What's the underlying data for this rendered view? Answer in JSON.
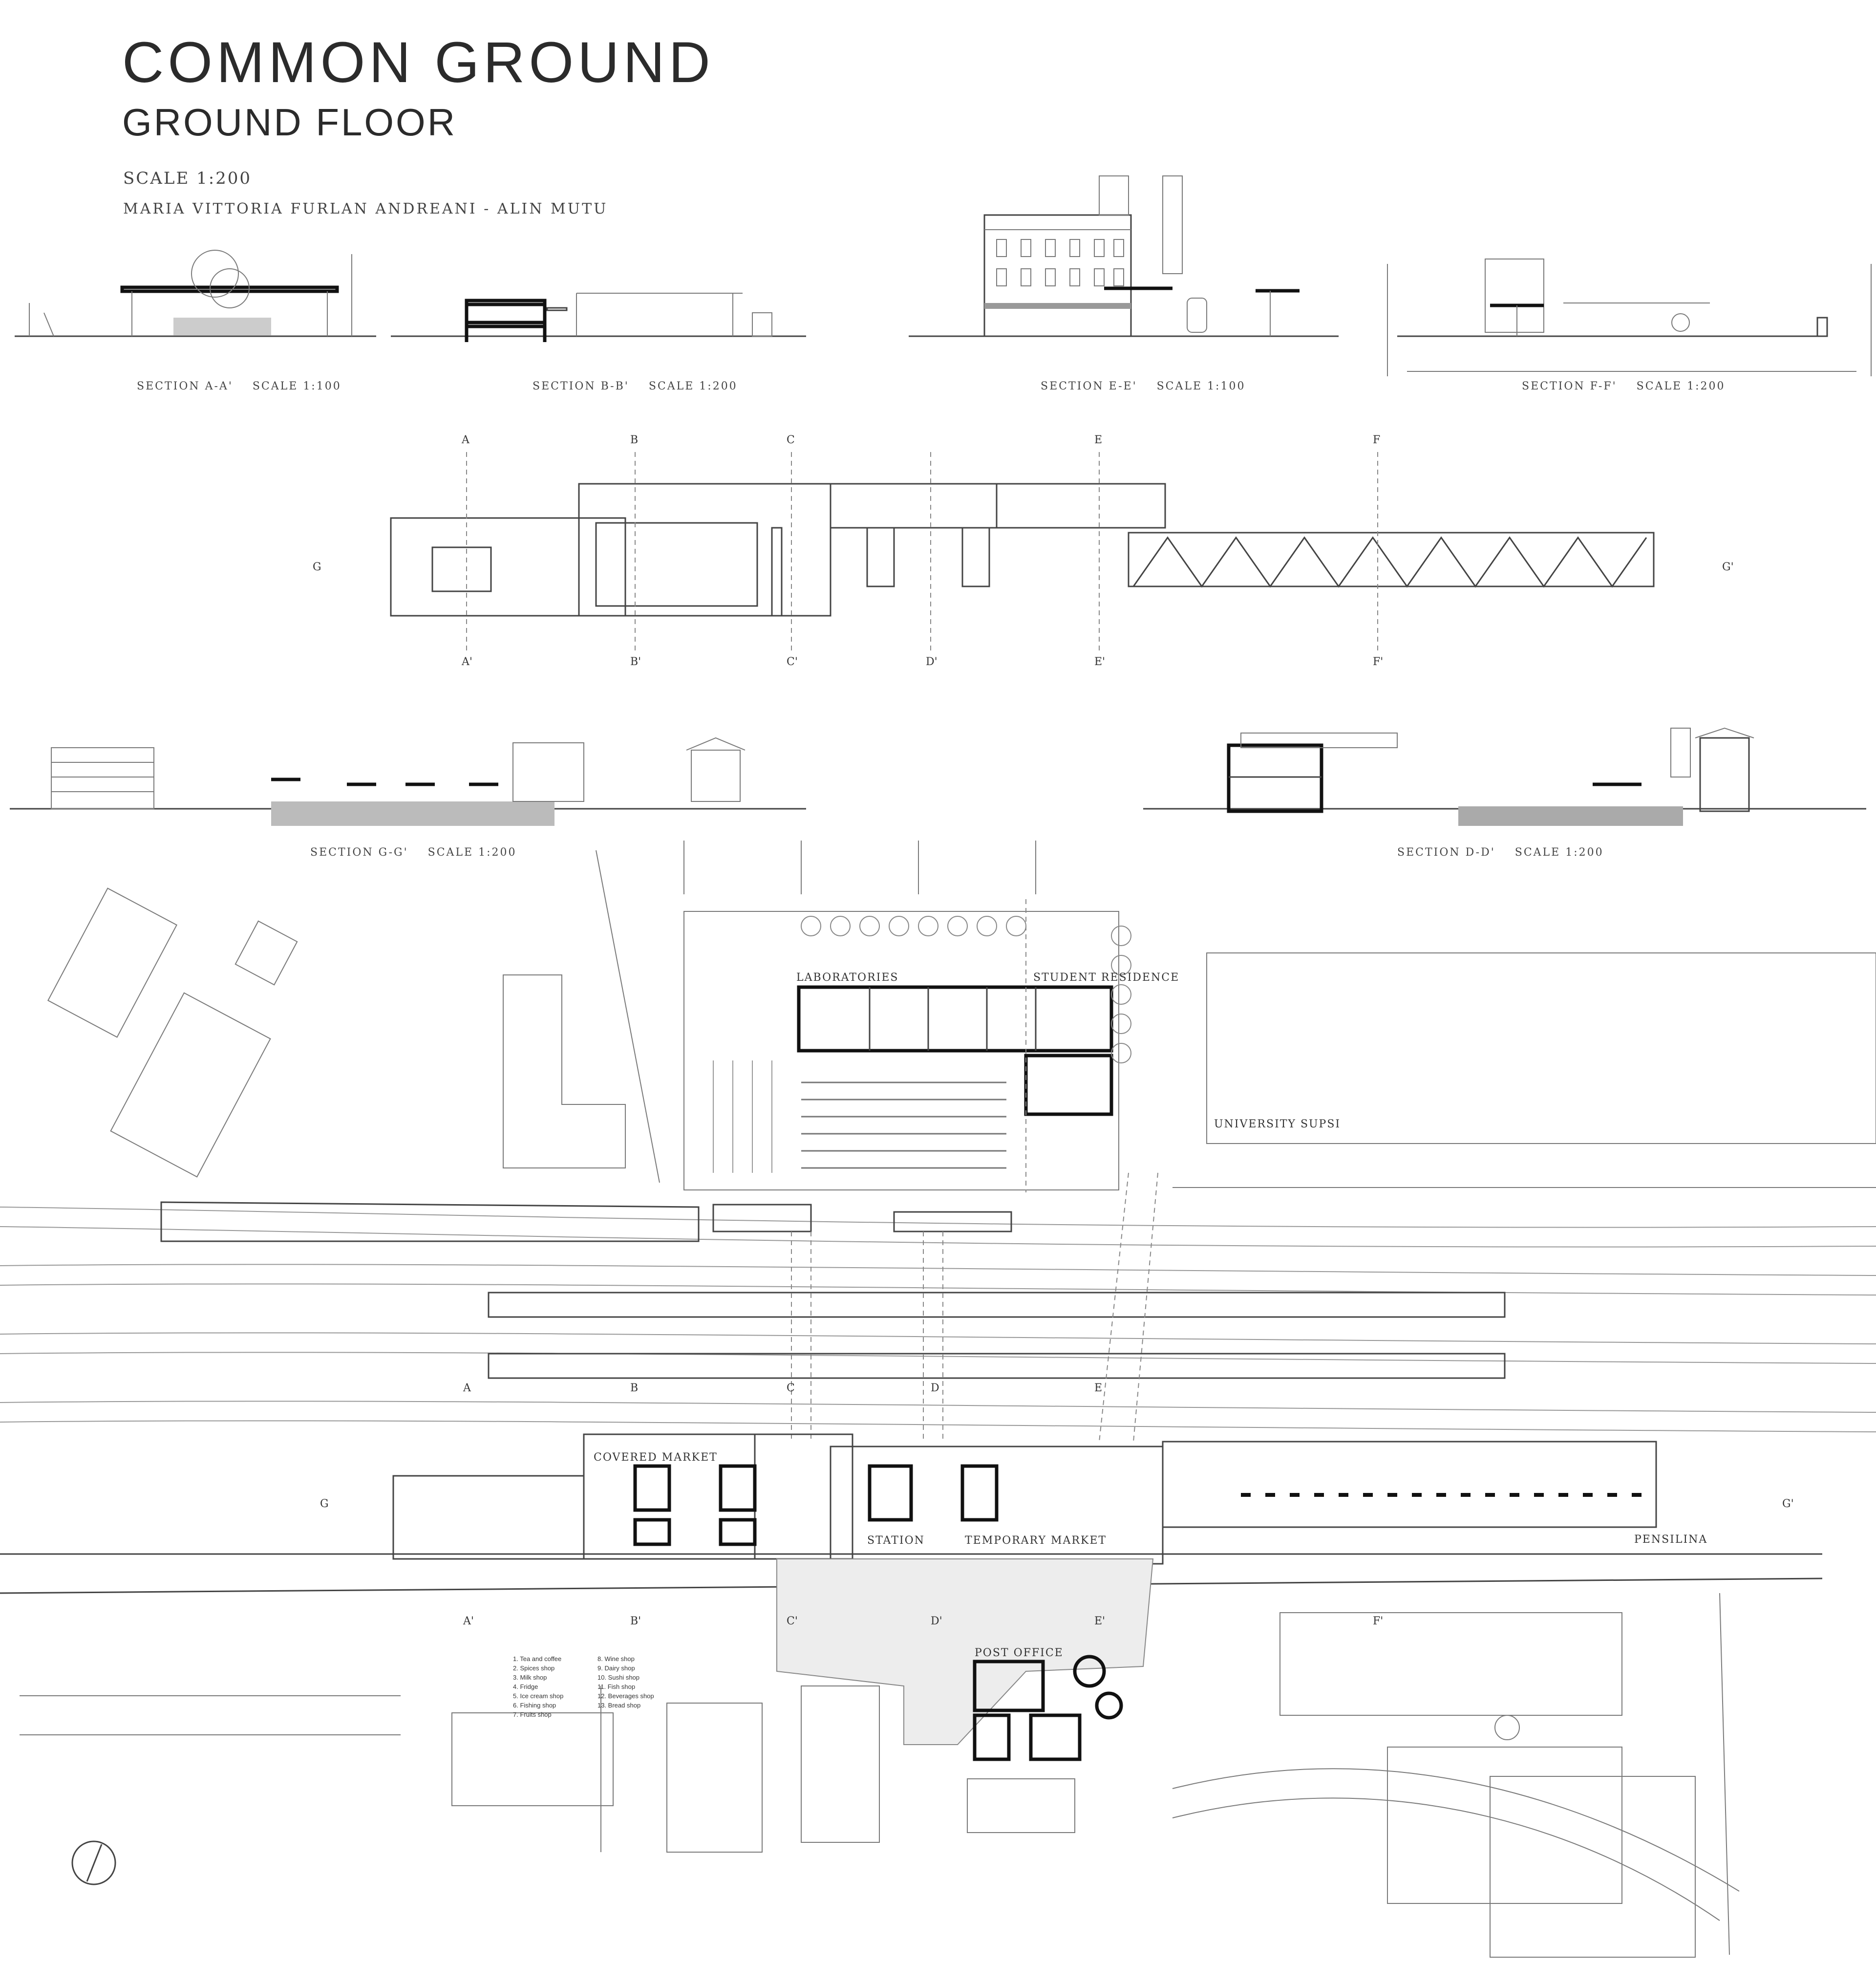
{
  "header": {
    "title": "COMMON GROUND",
    "subtitle": "GROUND FLOOR",
    "scale": "SCALE 1:200",
    "authors": "MARIA VITTORIA FURLAN ANDREANI - ALIN MUTU"
  },
  "sections": {
    "aa": {
      "name": "SECTION A-A'",
      "scale": "SCALE 1:100"
    },
    "bb": {
      "name": "SECTION B-B'",
      "scale": "SCALE 1:200"
    },
    "ee": {
      "name": "SECTION E-E'",
      "scale": "SCALE 1:100"
    },
    "ff": {
      "name": "SECTION F-F'",
      "scale": "SCALE 1:200"
    },
    "gg": {
      "name": "SECTION G-G'",
      "scale": "SCALE 1:200"
    },
    "dd": {
      "name": "SECTION D-D'",
      "scale": "SCALE 1:200"
    }
  },
  "roof_markers": {
    "top": [
      "A",
      "B",
      "C",
      "E",
      "F"
    ],
    "bottom": [
      "A'",
      "B'",
      "C'",
      "D'",
      "E'",
      "F'"
    ],
    "g": "G",
    "g2": "G'"
  },
  "plan_markers": {
    "top": [
      "A",
      "B",
      "C",
      "D",
      "E"
    ],
    "bottom": [
      "A'",
      "B'",
      "C'",
      "D'",
      "E'",
      "F'"
    ],
    "g": "G",
    "g2": "G'"
  },
  "plan_labels": {
    "laboratories": "LABORATORIES",
    "student_residence": "STUDENT RESIDENCE",
    "university": "UNIVERSITY SUPSI",
    "covered_market": "COVERED MARKET",
    "station": "STATION",
    "temporary_market": "TEMPORARY MARKET",
    "pensilina": "PENSILINA",
    "post_office": "POST OFFICE"
  },
  "legend": [
    "1. Tea and coffee",
    "2. Spices shop",
    "3. Milk shop",
    "4. Fridge",
    "5. Ice cream shop",
    "6. Fishing shop",
    "7. Fruits shop",
    "8. Wine shop",
    "9. Dairy shop",
    "10. Sushi shop",
    "11. Fish shop",
    "12. Beverages shop",
    "13. Bread shop"
  ]
}
